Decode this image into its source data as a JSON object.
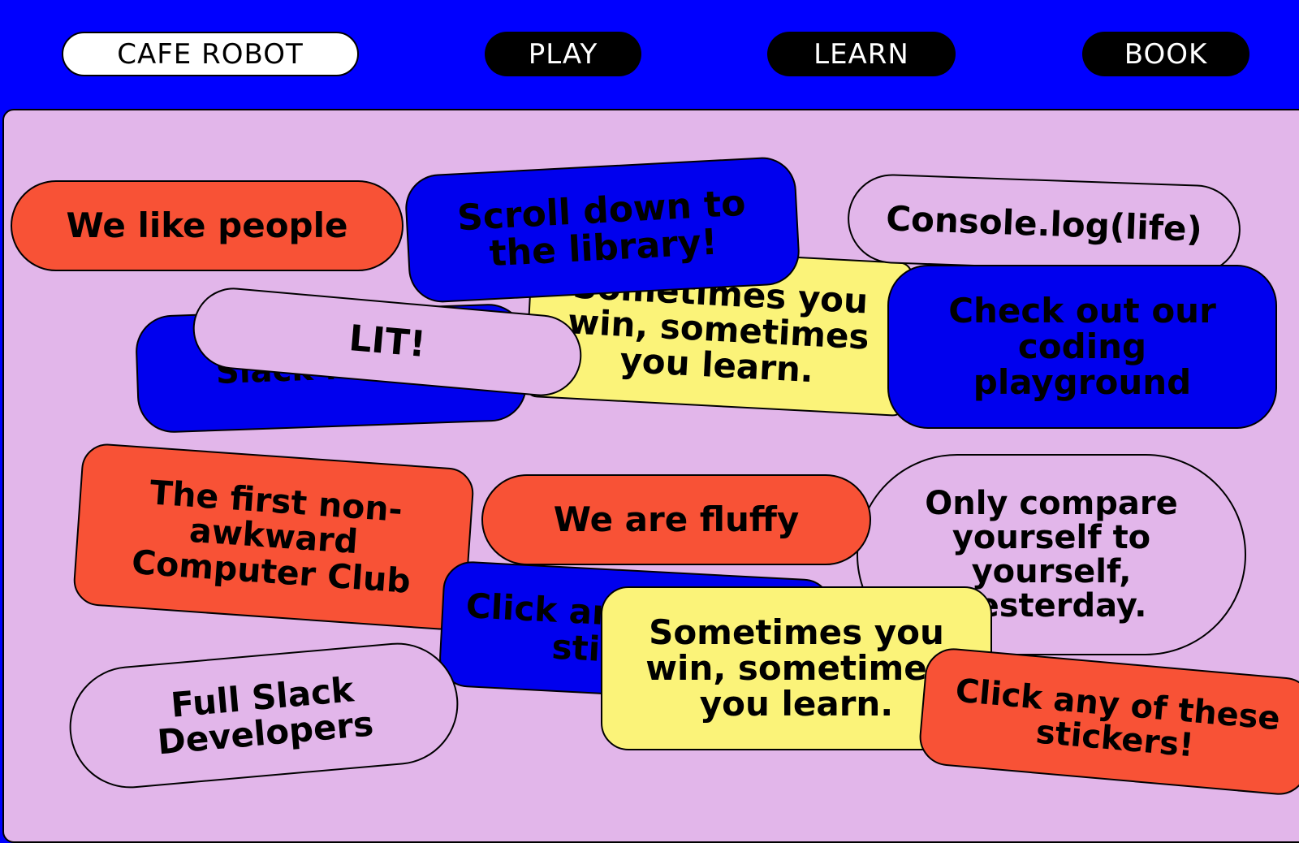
{
  "nav": {
    "brand": "CAFE ROBOT",
    "play": "PLAY",
    "learn": "LEARN",
    "book": "BOOK"
  },
  "stickers": {
    "slogan_behind": "Slack for life",
    "sometimes_top": "Sometimes you win, sometimes you learn.",
    "we_like_people": "We like people",
    "scroll_down": "Scroll down to the library!",
    "console_log": "Console.log(life)",
    "check_playground": "Check out our coding playground",
    "lit": "LIT!",
    "computer_club": "The first non-awkward Computer Club",
    "click_behind": "Click any of these stickers!",
    "only_compare": "Only compare yourself to yourself, yesterday.",
    "we_are_fluffy": "We are fluffy",
    "sometimes_bottom": "Sometimes you win, sometimes you learn.",
    "full_slack": "Full Slack Developers",
    "click_stickers": "Click any of these stickers!"
  },
  "colors": {
    "background": "#0000ff",
    "board": "#e2b6ea",
    "orange": "#f85236",
    "blue": "#0000ee",
    "yellow": "#fbf379",
    "black": "#000000",
    "white": "#ffffff"
  }
}
